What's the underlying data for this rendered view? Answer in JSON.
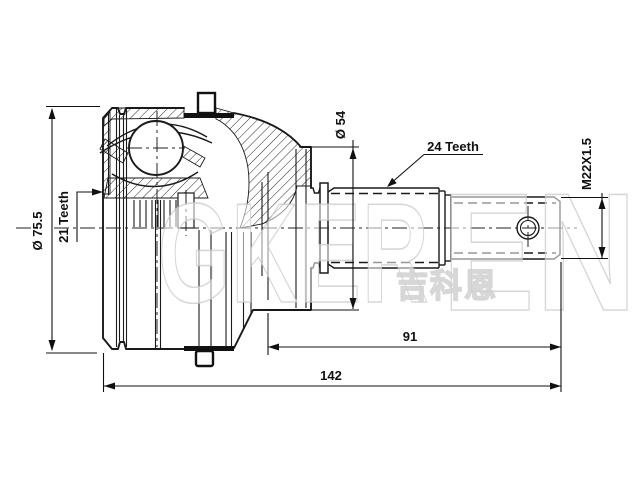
{
  "drawing": {
    "type": "CV joint outer race technical drawing",
    "dimensions": {
      "outer_diameter": "Ø 75.5",
      "inner_spline_teeth": "21 Teeth",
      "boot_seat_diameter": "Ø 54",
      "shaft_spline_teeth": "24 Teeth",
      "thread_spec": "M22X1.5",
      "shaft_length_mm": "91",
      "total_length_mm": "142"
    },
    "watermark": {
      "latin_main": "GKER",
      "latin_suffix": "EN",
      "cjk": "吉科恩"
    },
    "colors": {
      "line": "#1a1a1a",
      "background": "#ffffff",
      "watermark_gray": "#c9c9c9"
    }
  }
}
